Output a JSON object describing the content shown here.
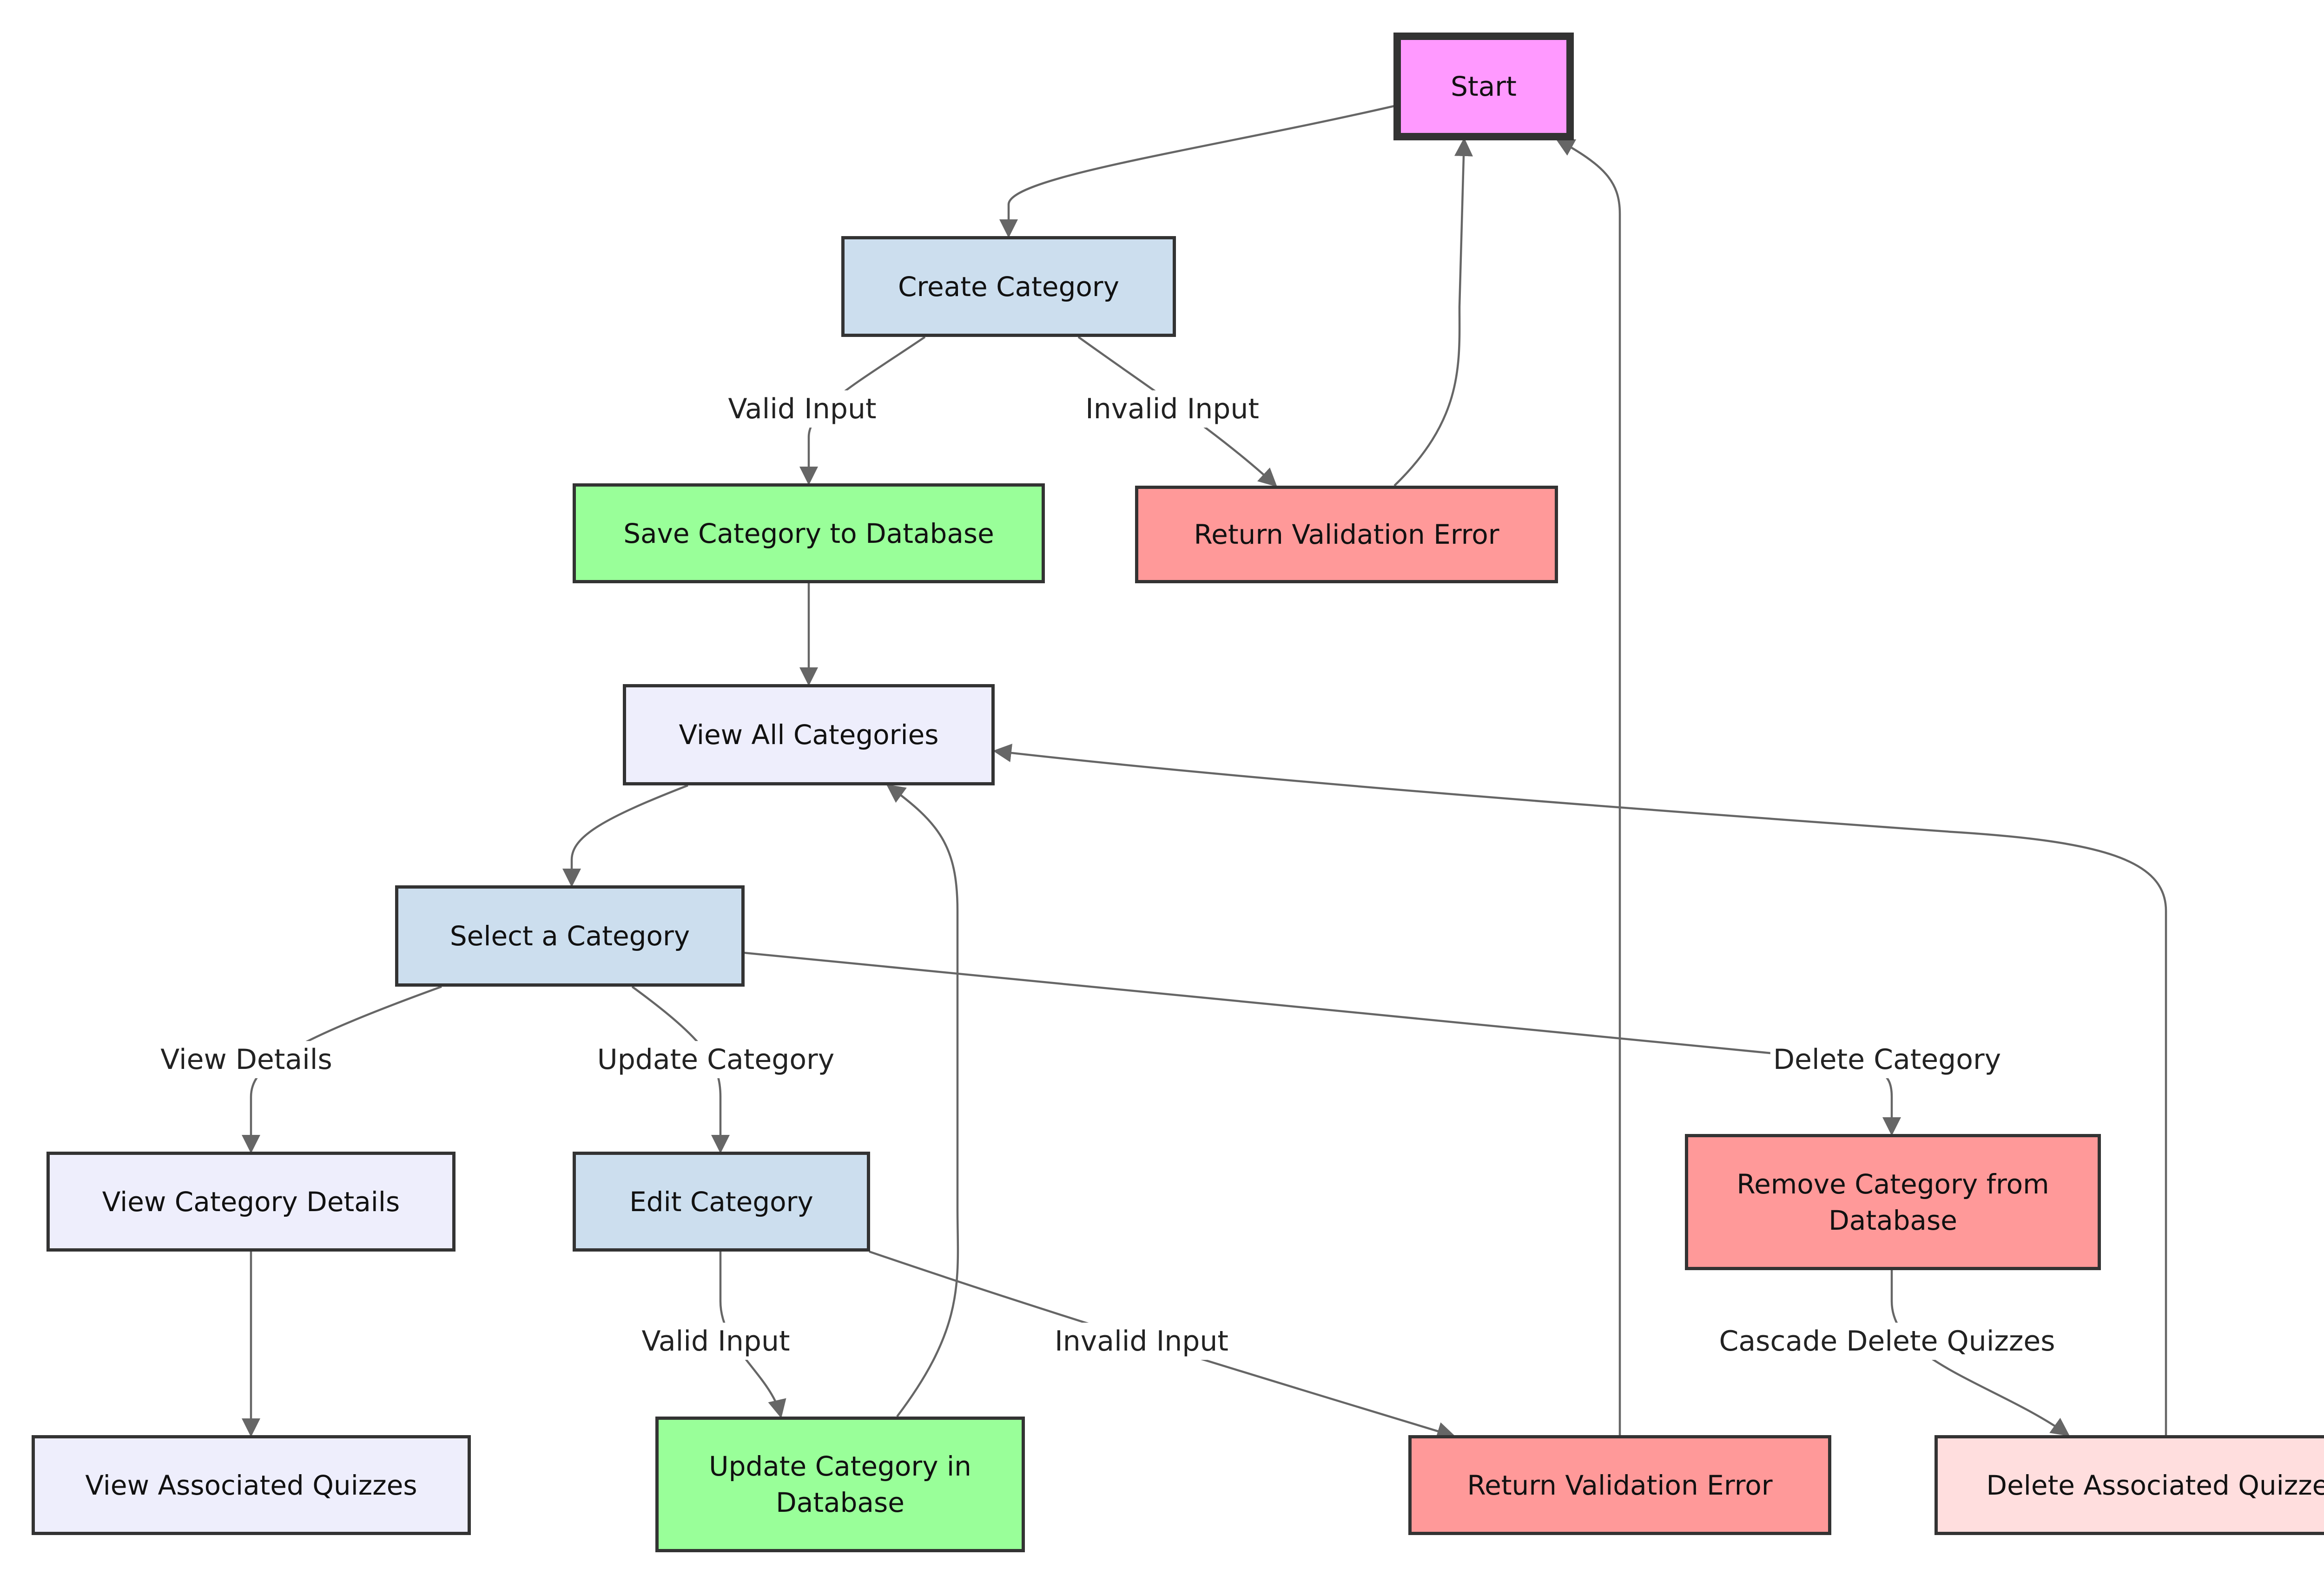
{
  "colors": {
    "start": "#ff99ff",
    "process": "#ccdeee",
    "success": "#99ff99",
    "error": "#ff9999",
    "view": "#eeeefc",
    "danger_light": "#ffdede",
    "edge": "#666666",
    "border": "#333333"
  },
  "nodes": {
    "start": {
      "label": "Start"
    },
    "create_category": {
      "label": "Create Category"
    },
    "save_category": {
      "label": "Save Category to Database"
    },
    "return_error_1": {
      "label": "Return Validation Error"
    },
    "view_all": {
      "label": "View All Categories"
    },
    "select_category": {
      "label": "Select a Category"
    },
    "view_details": {
      "label": "View Category Details"
    },
    "edit_category": {
      "label": "Edit Category"
    },
    "remove_category": {
      "label": "Remove Category from Database"
    },
    "view_quizzes": {
      "label": "View Associated Quizzes"
    },
    "update_category": {
      "label": "Update Category in Database"
    },
    "return_error_2": {
      "label": "Return Validation Error"
    },
    "delete_quizzes": {
      "label": "Delete Associated Quizzes"
    }
  },
  "edge_labels": {
    "valid_input_1": "Valid Input",
    "invalid_input_1": "Invalid Input",
    "view_details": "View Details",
    "update_category": "Update Category",
    "delete_category": "Delete Category",
    "valid_input_2": "Valid Input",
    "invalid_input_2": "Invalid Input",
    "cascade_delete": "Cascade Delete Quizzes"
  }
}
